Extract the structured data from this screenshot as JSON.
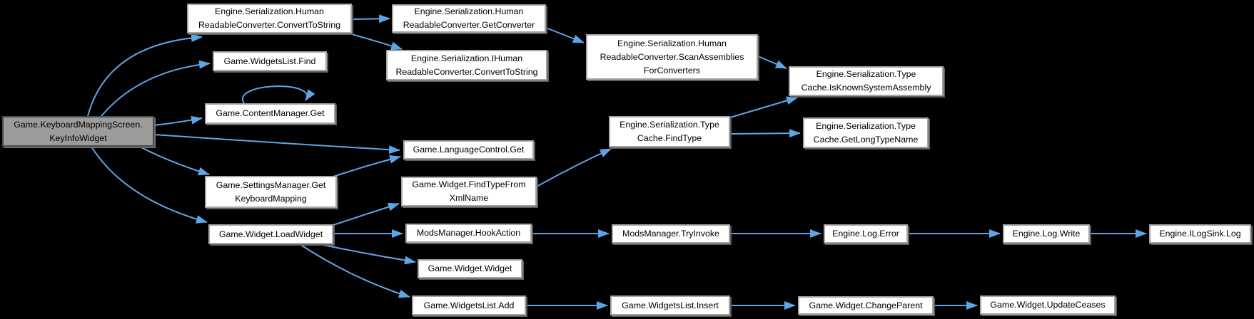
{
  "diagram": {
    "type": "call-graph",
    "background_color": "#000000",
    "edge_color": "#5ea5e5",
    "node_fill": "#ffffff",
    "root_node_fill": "#9c9c9c",
    "root_node_id": "keyinfo",
    "nodes": [
      {
        "id": "keyinfo",
        "label": "Game.KeyboardMappingScreen.\nKeyInfoWidget",
        "root": true
      },
      {
        "id": "convert_to_string",
        "label": "Engine.Serialization.Human\nReadableConverter.ConvertToString"
      },
      {
        "id": "widgets_find",
        "label": "Game.WidgetsList.Find"
      },
      {
        "id": "content_get",
        "label": "Game.ContentManager.Get"
      },
      {
        "id": "settings_get",
        "label": "Game.SettingsManager.Get\nKeyboardMapping"
      },
      {
        "id": "load_widget",
        "label": "Game.Widget.LoadWidget"
      },
      {
        "id": "get_converter",
        "label": "Engine.Serialization.Human\nReadableConverter.GetConverter"
      },
      {
        "id": "ihuman_convert",
        "label": "Engine.Serialization.IHuman\nReadableConverter.ConvertToString"
      },
      {
        "id": "lang_get",
        "label": "Game.LanguageControl.Get"
      },
      {
        "id": "find_type_xml",
        "label": "Game.Widget.FindTypeFrom\nXmlName"
      },
      {
        "id": "hook_action",
        "label": "ModsManager.HookAction"
      },
      {
        "id": "widget_ctor",
        "label": "Game.Widget.Widget"
      },
      {
        "id": "widgets_add",
        "label": "Game.WidgetsList.Add"
      },
      {
        "id": "scan_assemblies",
        "label": "Engine.Serialization.Human\nReadableConverter.ScanAssemblies\nForConverters"
      },
      {
        "id": "find_type",
        "label": "Engine.Serialization.Type\nCache.FindType"
      },
      {
        "id": "try_invoke",
        "label": "ModsManager.TryInvoke"
      },
      {
        "id": "widgets_insert",
        "label": "Game.WidgetsList.Insert"
      },
      {
        "id": "is_known",
        "label": "Engine.Serialization.Type\nCache.IsKnownSystemAssembly"
      },
      {
        "id": "get_long",
        "label": "Engine.Serialization.Type\nCache.GetLongTypeName"
      },
      {
        "id": "log_error",
        "label": "Engine.Log.Error"
      },
      {
        "id": "log_write",
        "label": "Engine.Log.Write"
      },
      {
        "id": "ilogsink_log",
        "label": "Engine.ILogSink.Log"
      },
      {
        "id": "change_parent",
        "label": "Game.Widget.ChangeParent"
      },
      {
        "id": "update_ceases",
        "label": "Game.Widget.UpdateCeases"
      }
    ],
    "edges": [
      {
        "from": "keyinfo",
        "to": "convert_to_string"
      },
      {
        "from": "keyinfo",
        "to": "widgets_find"
      },
      {
        "from": "keyinfo",
        "to": "content_get"
      },
      {
        "from": "keyinfo",
        "to": "lang_get"
      },
      {
        "from": "keyinfo",
        "to": "settings_get"
      },
      {
        "from": "keyinfo",
        "to": "load_widget"
      },
      {
        "from": "convert_to_string",
        "to": "get_converter"
      },
      {
        "from": "convert_to_string",
        "to": "ihuman_convert"
      },
      {
        "from": "get_converter",
        "to": "scan_assemblies"
      },
      {
        "from": "scan_assemblies",
        "to": "is_known"
      },
      {
        "from": "content_get",
        "to": "content_get"
      },
      {
        "from": "find_type",
        "to": "is_known"
      },
      {
        "from": "find_type",
        "to": "get_long"
      },
      {
        "from": "settings_get",
        "to": "lang_get"
      },
      {
        "from": "find_type_xml",
        "to": "find_type"
      },
      {
        "from": "load_widget",
        "to": "find_type_xml"
      },
      {
        "from": "load_widget",
        "to": "hook_action"
      },
      {
        "from": "load_widget",
        "to": "widget_ctor"
      },
      {
        "from": "load_widget",
        "to": "widgets_add"
      },
      {
        "from": "hook_action",
        "to": "try_invoke"
      },
      {
        "from": "try_invoke",
        "to": "log_error"
      },
      {
        "from": "log_error",
        "to": "log_write"
      },
      {
        "from": "log_write",
        "to": "ilogsink_log"
      },
      {
        "from": "widgets_add",
        "to": "widgets_insert"
      },
      {
        "from": "widgets_insert",
        "to": "change_parent"
      },
      {
        "from": "change_parent",
        "to": "update_ceases"
      }
    ]
  }
}
